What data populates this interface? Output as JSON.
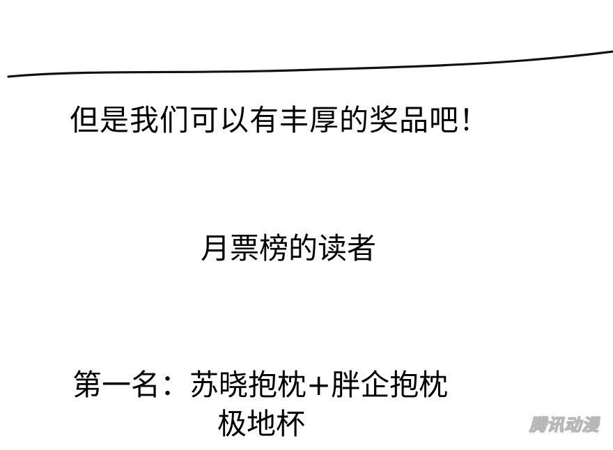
{
  "texts": {
    "line1": "但是我们可以有丰厚的奖品吧！",
    "line2": "月票榜的读者",
    "line3": "第一名：苏晓抱枕+胖企抱枕",
    "line4": "极地杯"
  },
  "watermark": "腾讯动漫",
  "colors": {
    "background": "#ffffff",
    "text": "#000000",
    "watermark": "#b8b8b8"
  }
}
